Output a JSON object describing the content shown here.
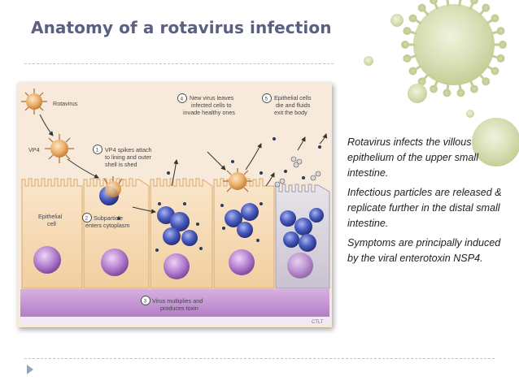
{
  "slide": {
    "title": "Anatomy of a rotavirus infection"
  },
  "figure": {
    "labels": {
      "rotavirus": "Rotavirus",
      "vp4": "VP4",
      "step1_num": "1",
      "step1_line1": "VP4 spikes attach",
      "step1_line2": "to lining and outer",
      "step1_line3": "shell is shed",
      "step2_num": "2",
      "step2_line1": "Subparticle",
      "step2_line2": "enters cytoplasm",
      "step3_num": "3",
      "step3_line1": "Virus multiplies and",
      "step3_line2": "produces toxin",
      "step4_num": "4",
      "step4_line1": "New virus leaves",
      "step4_line2": "infected cells to",
      "step4_line3": "invade healthy ones",
      "step5_num": "5",
      "step5_line1": "Epithelial cells",
      "step5_line2": "die and fluids",
      "step5_line3": "exit the body",
      "epithelial_line1": "Epithelial",
      "epithelial_line2": "cell",
      "credit": "CTLT"
    }
  },
  "notes": [
    "Rotavirus infects the villous epithelium of the upper small intestine.",
    "Infectious particles are released & replicate further in the distal small intestine.",
    "Symptoms are principally induced by the viral enterotoxin NSP4."
  ],
  "colors": {
    "title": "#5b5f80",
    "divider": "#b5c6cf",
    "accent_arrow": "#8ea6bb",
    "cell_fill": "#f6d8b4",
    "cell_outline": "#d9a86a",
    "nucleus": "#b57fd0",
    "virus_blue": "#3f4fae",
    "virus_orange": "#e3a95c",
    "lumen_band": "#c79bd6",
    "deco_virus": "#c6cf96"
  }
}
